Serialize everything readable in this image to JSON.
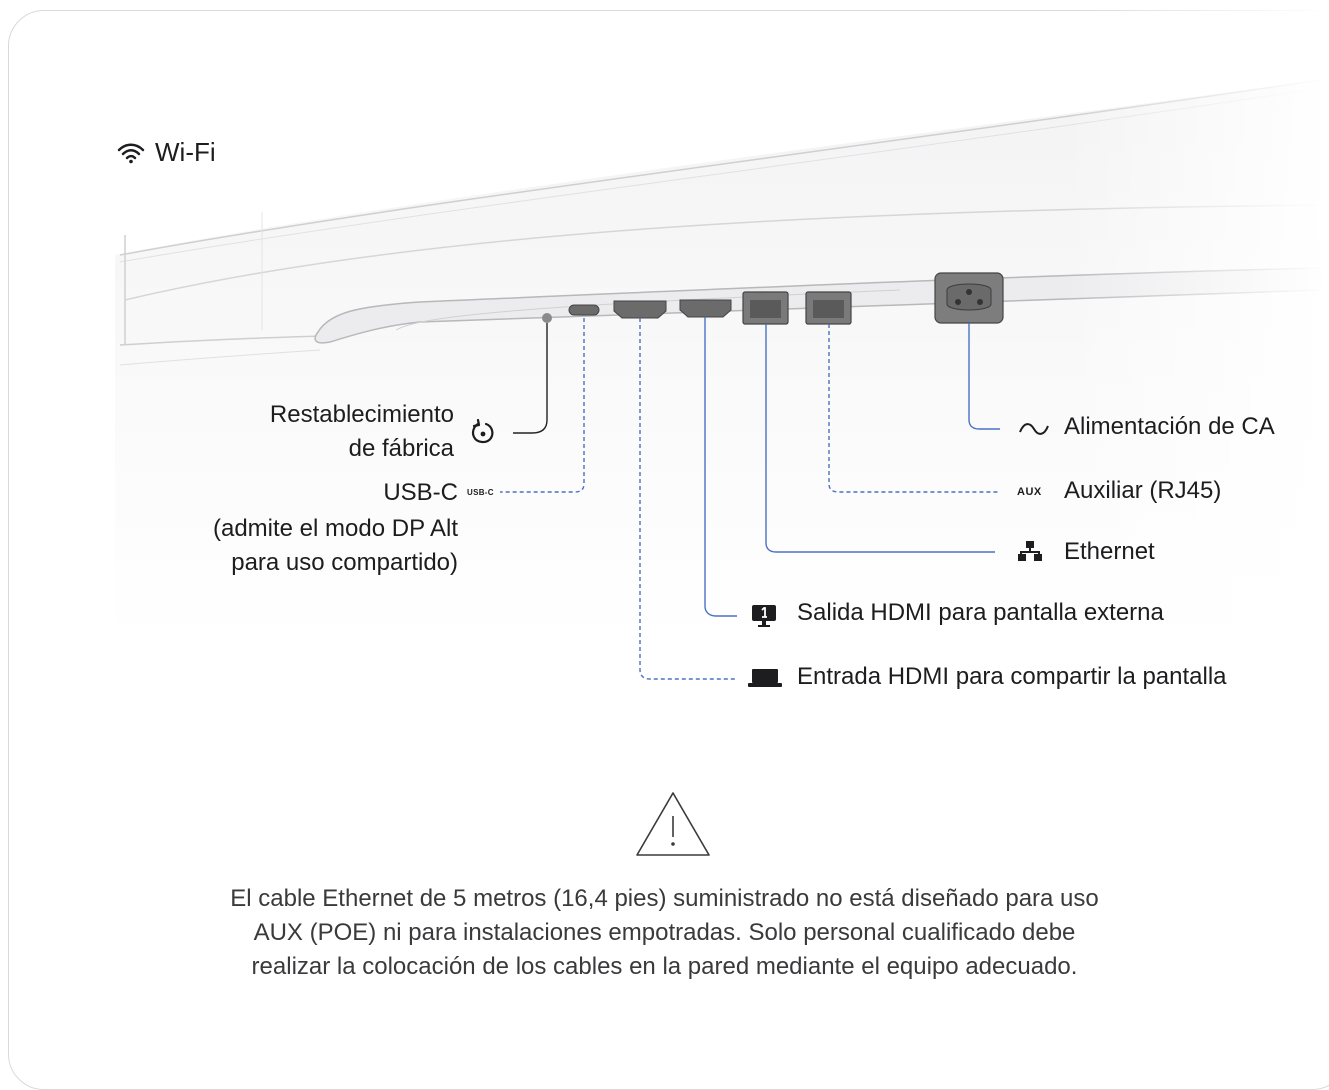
{
  "wifi": {
    "label": "Wi-Fi",
    "icon": "wifi-icon"
  },
  "ports": {
    "reset": {
      "line1": "Restablecimiento",
      "line2": "de fábrica",
      "icon": "reset-icon"
    },
    "usbc": {
      "line1": "USB-C",
      "line2": "(admite el modo DP Alt",
      "line3": "para uso compartido)",
      "tag": "USB-C",
      "icon": "usb-c-icon"
    },
    "ac": {
      "label": "Alimentación de CA",
      "icon": "ac-wave-icon"
    },
    "aux": {
      "label": "Auxiliar (RJ45)",
      "tag": "AUX",
      "icon": "aux-icon"
    },
    "ethernet": {
      "label": "Ethernet",
      "icon": "network-icon"
    },
    "hdmi_out": {
      "label": "Salida HDMI para pantalla externa",
      "icon": "monitor-1-icon"
    },
    "hdmi_in": {
      "label": "Entrada HDMI para compartir la pantalla",
      "icon": "laptop-icon"
    }
  },
  "warning": {
    "icon": "warning-triangle-icon",
    "line1": "El cable Ethernet de 5 metros (16,4 pies) suministrado no está diseñado para uso",
    "line2": "AUX (POE) ni para instalaciones empotradas. Solo personal cualificado debe",
    "line3": "realizar la colocación de los cables en la pared mediante el equipo adecuado."
  },
  "colors": {
    "accent_line": "#4a72c4",
    "text": "#1d1d1f",
    "device_outline": "#9a9a9a",
    "port_fill": "#6b6b6b"
  }
}
